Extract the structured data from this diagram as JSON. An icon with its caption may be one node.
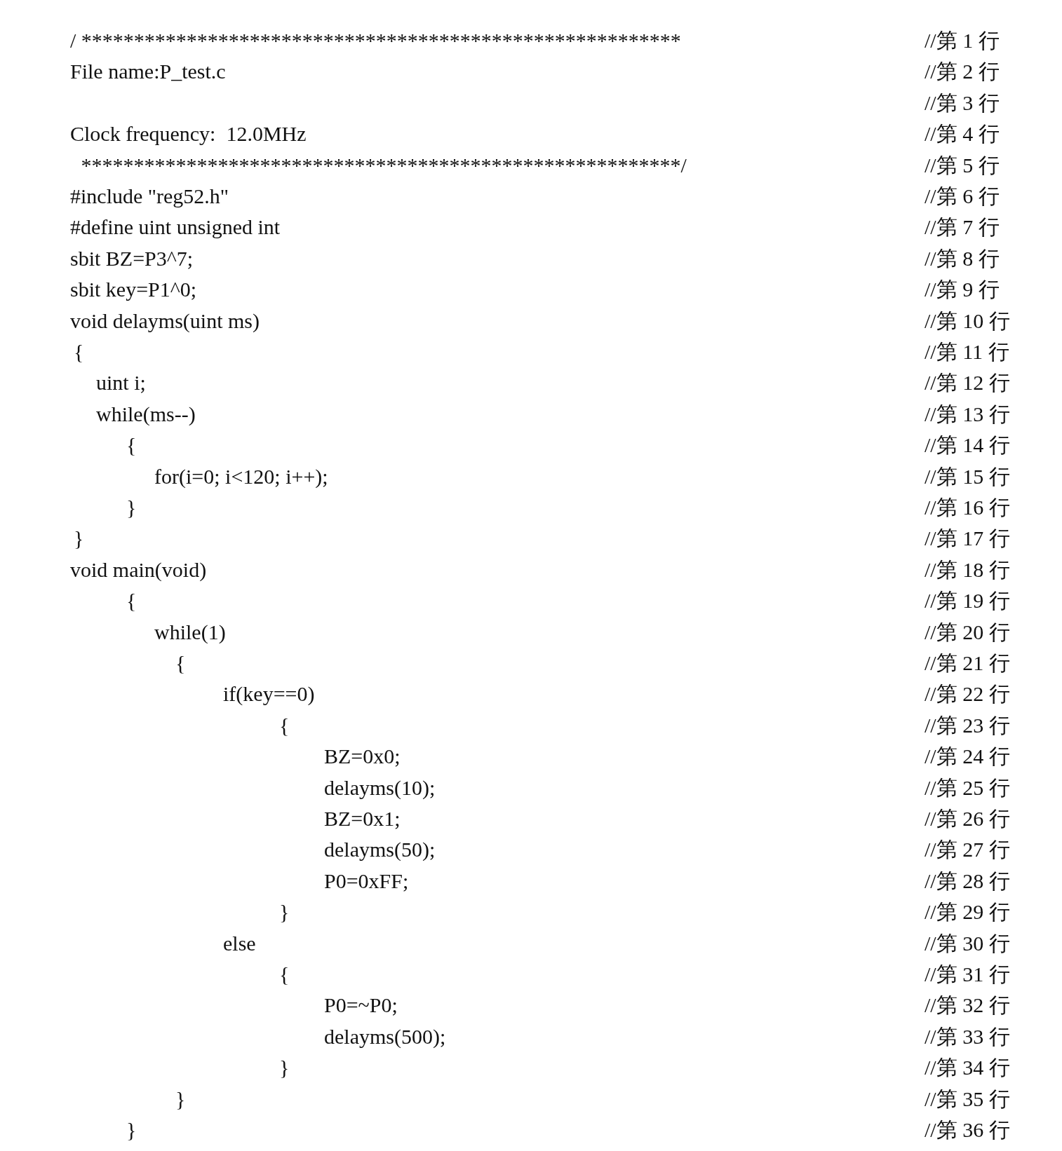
{
  "diagram": {
    "labels": [
      "/ *********************************************************",
      "//第 1 行",
      "File name:P_test.c",
      "//第 2 行",
      "//第 3 行",
      "Clock frequency:  12.0MHz",
      "//第 4 行",
      " *********************************************************/",
      "//第 5 行",
      "#include \"reg52.h\"",
      "//第 6 行",
      "#define uint unsigned int",
      "//第 7 行",
      "sbit BZ=P3^7;",
      "//第 8 行",
      "sbit key=P1^0;",
      "//第 9 行",
      "void delayms(uint ms)",
      "//第 10 行",
      "{",
      "//第 11 行",
      "uint i;",
      "//第 12 行",
      "while(ms--)",
      "//第 13 行",
      "{",
      "//第 14 行",
      "for(i=0; i<120; i++);",
      "//第 15 行",
      "}",
      "//第 16 行",
      "}",
      "//第 17 行",
      "void main(void)",
      "//第 18 行",
      "{",
      "//第 19 行",
      "while(1)",
      "//第 20 行",
      "{",
      "//第 21 行",
      "if(key==0)",
      "//第 22 行",
      "{",
      "//第 23 行",
      "BZ=0x0;",
      "//第 24 行",
      "delayms(10);",
      "//第 25 行",
      "BZ=0x1;",
      "//第 26 行",
      "delayms(50);",
      "//第 27 行",
      "P0=0xFF;",
      "//第 28 行",
      "}",
      "//第 29 行",
      "else",
      "//第 30 行",
      "{",
      "//第 31 行",
      "P0=~P0;",
      "//第 32 行",
      "delayms(500);",
      "//第 33 行",
      "}",
      "//第 34 行",
      "}",
      "//第 35 行",
      "}",
      "//第 36 行"
    ]
  }
}
